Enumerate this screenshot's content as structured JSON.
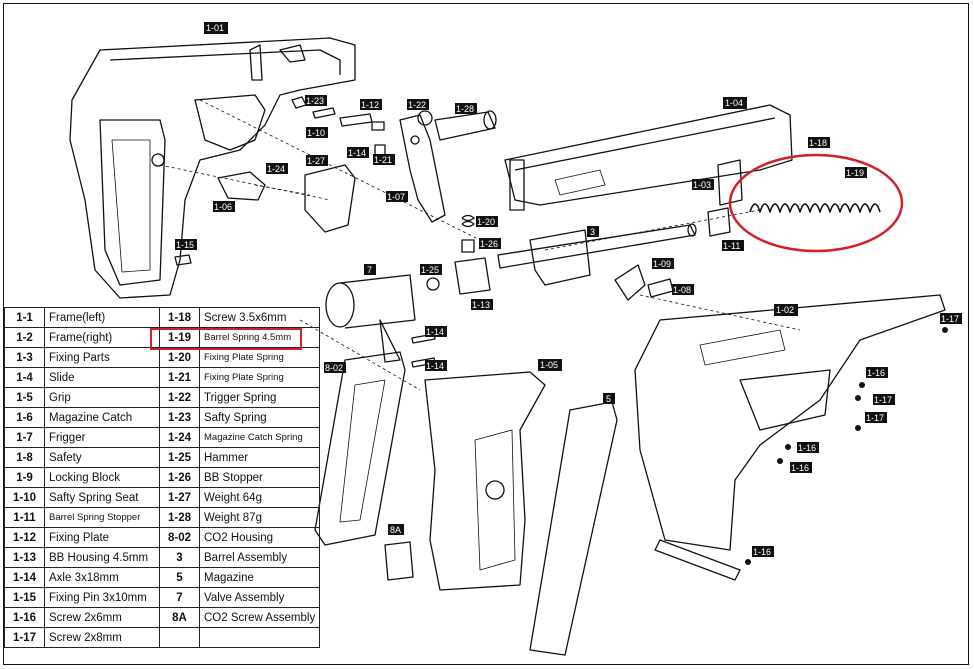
{
  "callouts": {
    "c_1_01": "1-01",
    "c_1_23": "1-23",
    "c_1_12": "1-12",
    "c_1_22": "1-22",
    "c_1_28": "1-28",
    "c_1_10": "1-10",
    "c_1_14a": "1-14",
    "c_1_21": "1-21",
    "c_1_24": "1-24",
    "c_1_27": "1-27",
    "c_1_07": "1-07",
    "c_1_06": "1-06",
    "c_1_15": "1-15",
    "c_1_04": "1-04",
    "c_1_18": "1-18",
    "c_1_19": "1-19",
    "c_1_03": "1-03",
    "c_1_11": "1-11",
    "c_1_20": "1-20",
    "c_1_26": "1-26",
    "c_3": "3",
    "c_7": "7",
    "c_1_25": "1-25",
    "c_1_13": "1-13",
    "c_1_09": "1-09",
    "c_1_08": "1-08",
    "c_1_14b": "1-14",
    "c_1_14c": "1-14",
    "c_1_02": "1-02",
    "c_1_17a": "1-17",
    "c_8_02": "8-02",
    "c_1_05": "1-05",
    "c_5": "5",
    "c_1_16a": "1-16",
    "c_1_17b": "1-17",
    "c_1_17c": "1-17",
    "c_1_16b": "1-16",
    "c_1_16c": "1-16",
    "c_8a": "8A",
    "c_1_16d": "1-16"
  },
  "highlight_color": "#d1202a",
  "parts_table": {
    "rows": [
      {
        "code1": "1-1",
        "name1": "Frame(left)",
        "code2": "1-18",
        "name2": "Screw 3.5x6mm"
      },
      {
        "code1": "1-2",
        "name1": "Frame(right)",
        "code2": "1-19",
        "name2": "Barrel Spring 4.5mm"
      },
      {
        "code1": "1-3",
        "name1": "Fixing Parts",
        "code2": "1-20",
        "name2": "Fixing Plate Spring"
      },
      {
        "code1": "1-4",
        "name1": "Slide",
        "code2": "1-21",
        "name2": "Fixing Plate Spring"
      },
      {
        "code1": "1-5",
        "name1": "Grip",
        "code2": "1-22",
        "name2": "Trigger Spring"
      },
      {
        "code1": "1-6",
        "name1": "Magazine Catch",
        "code2": "1-23",
        "name2": "Safty Spring"
      },
      {
        "code1": "1-7",
        "name1": "Frigger",
        "code2": "1-24",
        "name2": "Magazine Catch Spring"
      },
      {
        "code1": "1-8",
        "name1": "Safety",
        "code2": "1-25",
        "name2": "Hammer"
      },
      {
        "code1": "1-9",
        "name1": "Locking Block",
        "code2": "1-26",
        "name2": "BB Stopper"
      },
      {
        "code1": "1-10",
        "name1": "Safty Spring Seat",
        "code2": "1-27",
        "name2": "Weight 64g"
      },
      {
        "code1": "1-11",
        "name1": "Barrel Spring Stopper",
        "code2": "1-28",
        "name2": "Weight 87g"
      },
      {
        "code1": "1-12",
        "name1": "Fixing Plate",
        "code2": "8-02",
        "name2": "CO2 Housing"
      },
      {
        "code1": "1-13",
        "name1": "BB Housing 4.5mm",
        "code2": "3",
        "name2": "Barrel Assembly"
      },
      {
        "code1": "1-14",
        "name1": "Axle 3x18mm",
        "code2": "5",
        "name2": "Magazine"
      },
      {
        "code1": "1-15",
        "name1": "Fixing Pin 3x10mm",
        "code2": "7",
        "name2": "Valve Assembly"
      },
      {
        "code1": "1-16",
        "name1": "Screw 2x6mm",
        "code2": "8A",
        "name2": "CO2 Screw Assembly"
      },
      {
        "code1": "1-17",
        "name1": "Screw 2x8mm",
        "code2": "",
        "name2": ""
      }
    ]
  }
}
